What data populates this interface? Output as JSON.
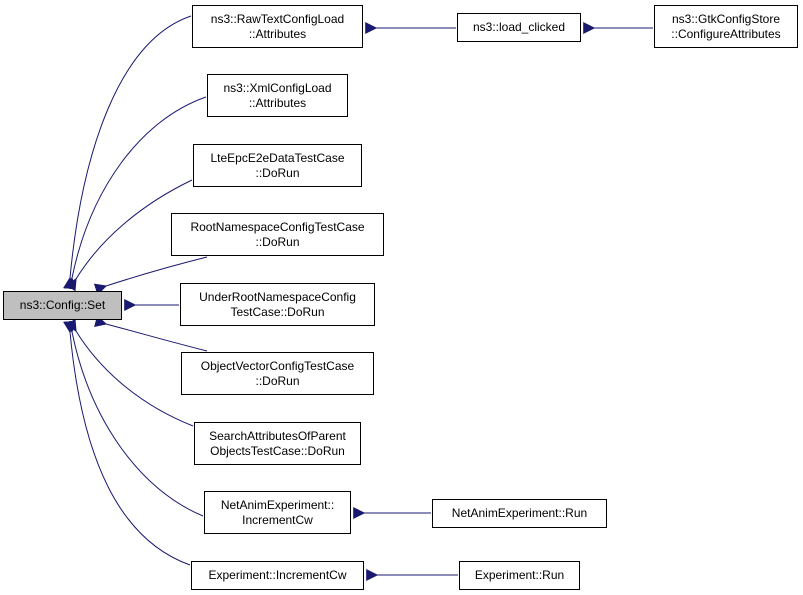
{
  "colors": {
    "edge": "#191970",
    "focus_fill": "#bfbfbf",
    "node_fill": "#ffffff",
    "border": "#000000"
  },
  "nodes": {
    "config_set": {
      "lines": [
        "ns3::Config::Set"
      ]
    },
    "rawtext_attributes": {
      "lines": [
        "ns3::RawTextConfigLoad",
        "::Attributes"
      ]
    },
    "load_clicked": {
      "lines": [
        "ns3::load_clicked"
      ]
    },
    "gtk_configure": {
      "lines": [
        "ns3::GtkConfigStore",
        "::ConfigureAttributes"
      ]
    },
    "xml_attributes": {
      "lines": [
        "ns3::XmlConfigLoad",
        "::Attributes"
      ]
    },
    "lte_dorun": {
      "lines": [
        "LteEpcE2eDataTestCase",
        "::DoRun"
      ]
    },
    "rootns_dorun": {
      "lines": [
        "RootNamespaceConfigTestCase",
        "::DoRun"
      ]
    },
    "underroot_dorun": {
      "lines": [
        "UnderRootNamespaceConfig",
        "TestCase::DoRun"
      ]
    },
    "objvector_dorun": {
      "lines": [
        "ObjectVectorConfigTestCase",
        "::DoRun"
      ]
    },
    "searchattr_dorun": {
      "lines": [
        "SearchAttributesOfParent",
        "ObjectsTestCase::DoRun"
      ]
    },
    "netanim_incrementcw": {
      "lines": [
        "NetAnimExperiment::",
        "IncrementCw"
      ]
    },
    "netanim_run": {
      "lines": [
        "NetAnimExperiment::Run"
      ]
    },
    "exp_incrementcw": {
      "lines": [
        "Experiment::IncrementCw"
      ]
    },
    "exp_run": {
      "lines": [
        "Experiment::Run"
      ]
    }
  },
  "edges": [
    {
      "from": "rawtext_attributes",
      "to": "config_set"
    },
    {
      "from": "xml_attributes",
      "to": "config_set"
    },
    {
      "from": "lte_dorun",
      "to": "config_set"
    },
    {
      "from": "rootns_dorun",
      "to": "config_set"
    },
    {
      "from": "underroot_dorun",
      "to": "config_set"
    },
    {
      "from": "objvector_dorun",
      "to": "config_set"
    },
    {
      "from": "searchattr_dorun",
      "to": "config_set"
    },
    {
      "from": "netanim_incrementcw",
      "to": "config_set"
    },
    {
      "from": "exp_incrementcw",
      "to": "config_set"
    },
    {
      "from": "load_clicked",
      "to": "rawtext_attributes"
    },
    {
      "from": "gtk_configure",
      "to": "load_clicked"
    },
    {
      "from": "netanim_run",
      "to": "netanim_incrementcw"
    },
    {
      "from": "exp_run",
      "to": "exp_incrementcw"
    }
  ]
}
